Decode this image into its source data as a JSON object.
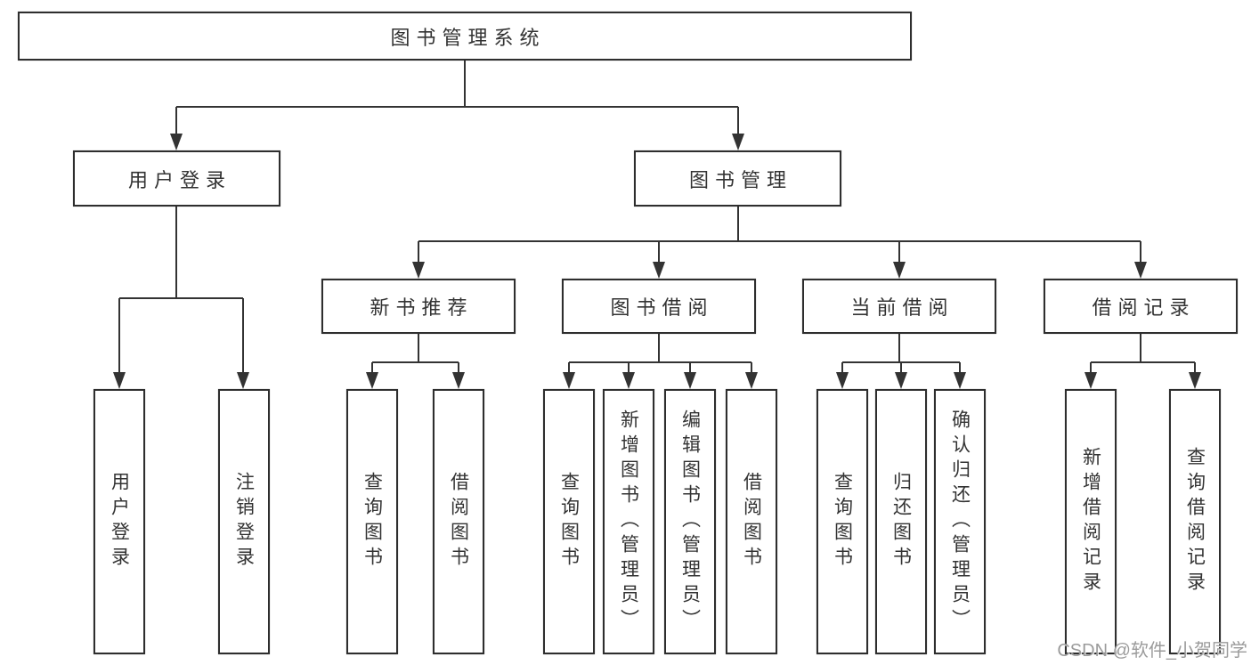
{
  "diagram": {
    "root": "图书管理系统",
    "level2": {
      "user_login": "用户登录",
      "book_management": "图书管理"
    },
    "level3": {
      "new_book_recommend": "新书推荐",
      "book_borrow": "图书借阅",
      "current_borrow": "当前借阅",
      "borrow_records": "借阅记录"
    },
    "leaves": {
      "user_login": [
        "用户登录",
        "注销登录"
      ],
      "new_book_recommend": [
        "查询图书",
        "借阅图书"
      ],
      "book_borrow": [
        "查询图书",
        "新增图书（管理员）",
        "编辑图书（管理员）",
        "借阅图书"
      ],
      "current_borrow": [
        "查询图书",
        "归还图书",
        "确认归还（管理员）"
      ],
      "borrow_records": [
        "新增借阅记录",
        "查询借阅记录"
      ]
    }
  },
  "watermark": "CSDN @软件_小贺同学",
  "colors": {
    "line": "#333333",
    "box_border": "#2e2e2e",
    "text": "#333333",
    "watermark": "#9b9b9b",
    "background": "#ffffff"
  }
}
